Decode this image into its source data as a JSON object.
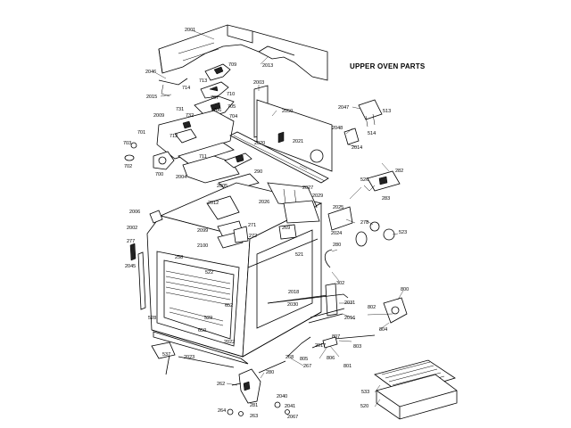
{
  "title": "UPPER OVEN PARTS",
  "parts": [
    {
      "id": "p2001",
      "label": "2001"
    },
    {
      "id": "p2013",
      "label": "2013"
    },
    {
      "id": "p2046",
      "label": "2046"
    },
    {
      "id": "p709",
      "label": "709"
    },
    {
      "id": "p713",
      "label": "713"
    },
    {
      "id": "p714",
      "label": "714"
    },
    {
      "id": "p2015",
      "label": "2015"
    },
    {
      "id": "p707",
      "label": "707"
    },
    {
      "id": "p710",
      "label": "710"
    },
    {
      "id": "p2003",
      "label": "2003"
    },
    {
      "id": "p2050",
      "label": "2050"
    },
    {
      "id": "p731",
      "label": "731"
    },
    {
      "id": "p706",
      "label": "706"
    },
    {
      "id": "p705",
      "label": "705"
    },
    {
      "id": "p732",
      "label": "732"
    },
    {
      "id": "p2009",
      "label": "2009"
    },
    {
      "id": "p704",
      "label": "704"
    },
    {
      "id": "p712",
      "label": "712"
    },
    {
      "id": "p701",
      "label": "701"
    },
    {
      "id": "p703",
      "label": "703"
    },
    {
      "id": "p702",
      "label": "702"
    },
    {
      "id": "p711",
      "label": "711"
    },
    {
      "id": "p700",
      "label": "700"
    },
    {
      "id": "p2020",
      "label": "2020"
    },
    {
      "id": "p2021",
      "label": "2021"
    },
    {
      "id": "p2014",
      "label": "2014"
    },
    {
      "id": "p2047",
      "label": "2047"
    },
    {
      "id": "p513",
      "label": "513"
    },
    {
      "id": "p2048",
      "label": "2048"
    },
    {
      "id": "p514",
      "label": "514"
    },
    {
      "id": "p2004",
      "label": "2004"
    },
    {
      "id": "p2005",
      "label": "2005"
    },
    {
      "id": "p290",
      "label": "290"
    },
    {
      "id": "p2027",
      "label": "2027"
    },
    {
      "id": "p2029",
      "label": "2029"
    },
    {
      "id": "p282",
      "label": "282"
    },
    {
      "id": "p526",
      "label": "526"
    },
    {
      "id": "p283",
      "label": "283"
    },
    {
      "id": "p2006",
      "label": "2006"
    },
    {
      "id": "p2002",
      "label": "2002"
    },
    {
      "id": "p2012",
      "label": "2012"
    },
    {
      "id": "p2026",
      "label": "2026"
    },
    {
      "id": "p2025",
      "label": "2025"
    },
    {
      "id": "p2024",
      "label": "2024"
    },
    {
      "id": "p278",
      "label": "278"
    },
    {
      "id": "p523",
      "label": "523"
    },
    {
      "id": "p277",
      "label": "277"
    },
    {
      "id": "p2099",
      "label": "2099"
    },
    {
      "id": "p2100",
      "label": "2100"
    },
    {
      "id": "p271",
      "label": "271"
    },
    {
      "id": "p269",
      "label": "269"
    },
    {
      "id": "p272",
      "label": "272"
    },
    {
      "id": "p521",
      "label": "521"
    },
    {
      "id": "p302",
      "label": "302"
    },
    {
      "id": "p280",
      "label": "280"
    },
    {
      "id": "p2045",
      "label": "2045"
    },
    {
      "id": "p258",
      "label": "258"
    },
    {
      "id": "p522",
      "label": "522"
    },
    {
      "id": "p2031",
      "label": "2031"
    },
    {
      "id": "p2018",
      "label": "2018"
    },
    {
      "id": "p800",
      "label": "800"
    },
    {
      "id": "p2030",
      "label": "2030"
    },
    {
      "id": "p802",
      "label": "802"
    },
    {
      "id": "p2016",
      "label": "2016"
    },
    {
      "id": "p804",
      "label": "804"
    },
    {
      "id": "p652",
      "label": "652"
    },
    {
      "id": "p528",
      "label": "528"
    },
    {
      "id": "p529",
      "label": "529"
    },
    {
      "id": "p650",
      "label": "650"
    },
    {
      "id": "p2022",
      "label": "2022"
    },
    {
      "id": "p537",
      "label": "537"
    },
    {
      "id": "p2023",
      "label": "2023"
    },
    {
      "id": "p268",
      "label": "268"
    },
    {
      "id": "p267",
      "label": "267"
    },
    {
      "id": "p805",
      "label": "805"
    },
    {
      "id": "p2017",
      "label": "2017"
    },
    {
      "id": "p803",
      "label": "803"
    },
    {
      "id": "p807",
      "label": "807"
    },
    {
      "id": "p806",
      "label": "806"
    },
    {
      "id": "p801",
      "label": "801"
    },
    {
      "id": "p280b",
      "label": "280"
    },
    {
      "id": "p262",
      "label": "262"
    },
    {
      "id": "p281",
      "label": "281"
    },
    {
      "id": "p2040",
      "label": "2040"
    },
    {
      "id": "p2041",
      "label": "2041"
    },
    {
      "id": "p264",
      "label": "264"
    },
    {
      "id": "p263",
      "label": "263"
    },
    {
      "id": "p2067",
      "label": "2067"
    },
    {
      "id": "p533",
      "label": "533"
    },
    {
      "id": "p520",
      "label": "520"
    }
  ]
}
